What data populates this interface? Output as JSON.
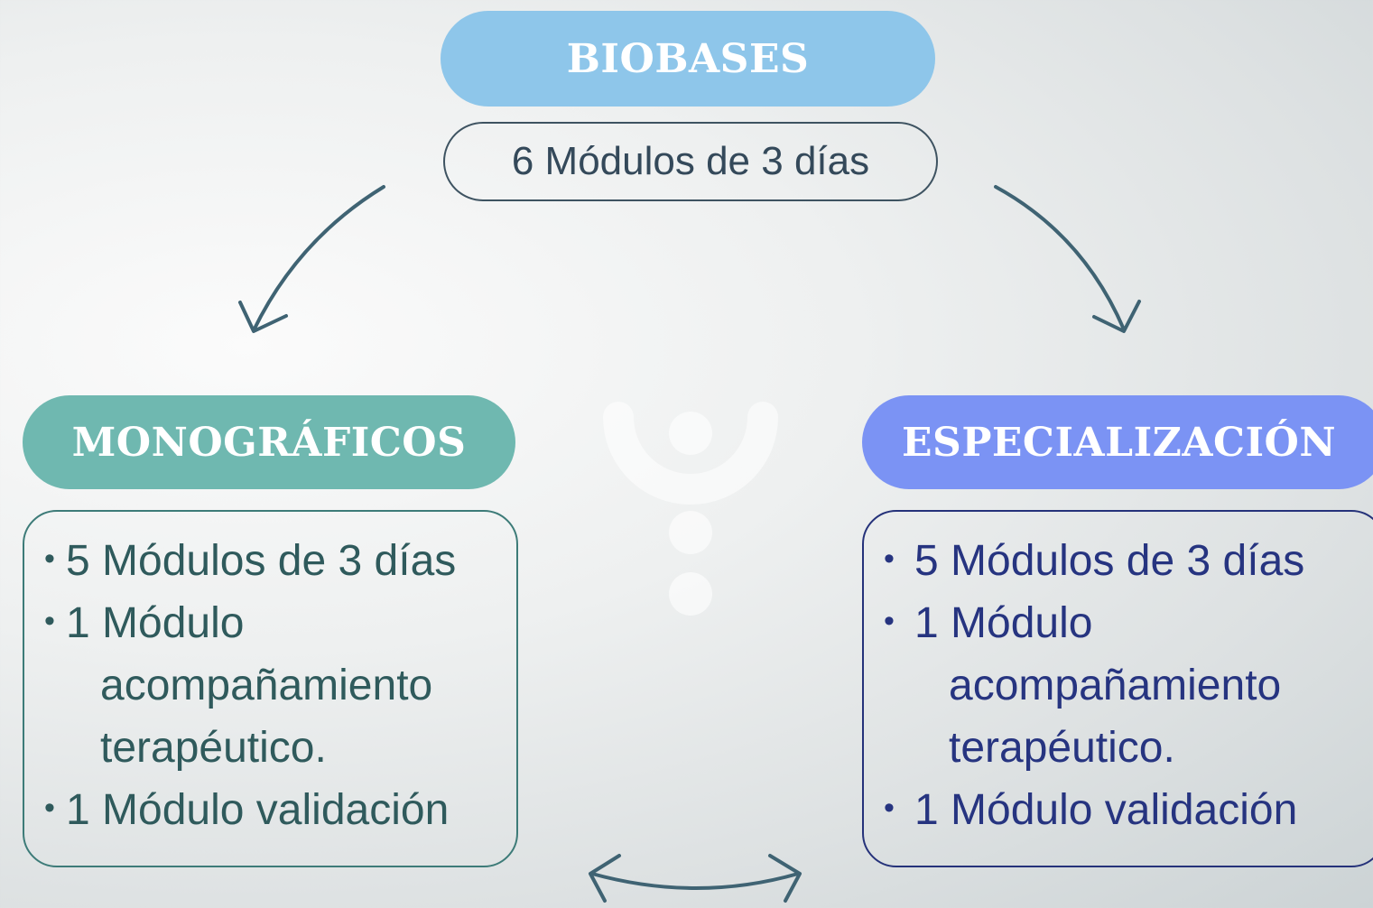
{
  "biobases": {
    "title": "BIOBASES",
    "subtitle": "6 Módulos de 3 días"
  },
  "monograficos": {
    "title": "MONOGRÁFICOS",
    "items": [
      {
        "line1": "5 Módulos de 3 días"
      },
      {
        "line1": "1 Módulo",
        "line2": "acompañamiento",
        "line3": "terapéutico."
      },
      {
        "line1": "1 Módulo validación"
      }
    ]
  },
  "especializacion": {
    "title": "ESPECIALIZACIÓN",
    "items": [
      {
        "line1": "5 Módulos de 3 días"
      },
      {
        "line1": "1 Módulo",
        "line2": "acompañamiento",
        "line3": "terapéutico."
      },
      {
        "line1": "1 Módulo validación"
      }
    ]
  },
  "colors": {
    "biobases_accent": "#8ec6ea",
    "monograficos_accent": "#6fb8b0",
    "especializacion_accent": "#7b93f4",
    "arrow": "#3f6373"
  }
}
